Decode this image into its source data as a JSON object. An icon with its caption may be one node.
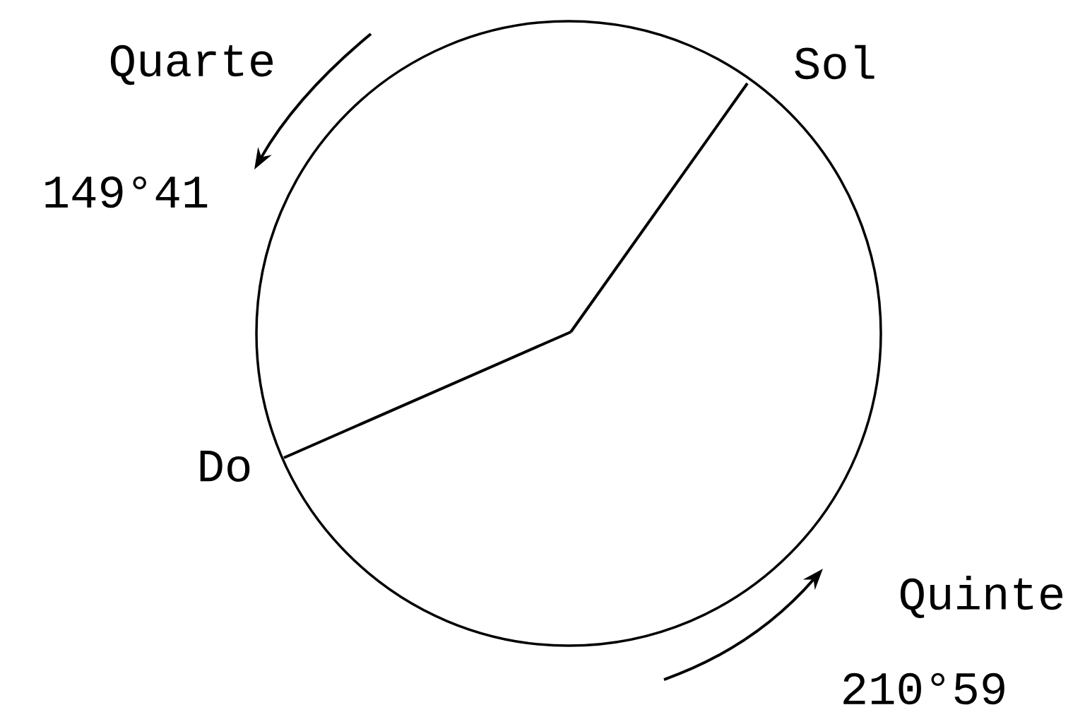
{
  "diagram": {
    "labels": [
      "Quarte",
      "Sol",
      "149°41",
      "Do",
      "Quinte",
      "210°59"
    ]
  }
}
